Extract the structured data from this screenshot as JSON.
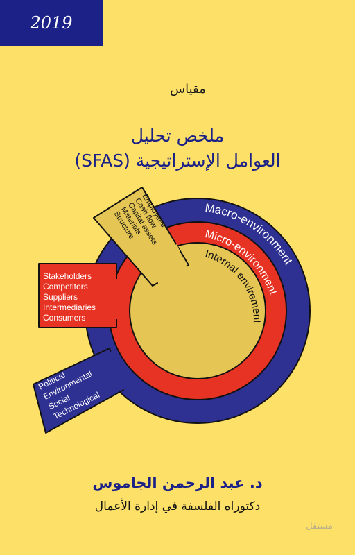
{
  "year": "2019",
  "scale_label": "مقياس",
  "title_line1": "ملخص تحليل",
  "title_line2": "العوامل الإستراتيجية (SFAS)",
  "diagram": {
    "macro_label": "Macro-environment",
    "micro_label": "Micro-environment",
    "internal_label": "Internal envirement",
    "internal_items": [
      "Employees",
      "Cash flow",
      "Capital assets",
      "Materials",
      "Structure"
    ],
    "micro_items": [
      "Stakeholders",
      "Competitors",
      "Suppliers",
      "Intermediaries",
      "Consumers"
    ],
    "macro_items": [
      "Political",
      "Environmental",
      "Social",
      "Technological"
    ],
    "colors": {
      "macro": "#2E3192",
      "micro": "#E63323",
      "internal": "#E5C654",
      "text_light": "#FFFFFF"
    }
  },
  "author": "د. عبد الرحمن الجاموس",
  "degree": "دكتوراه الفلسفة في إدارة الأعمال",
  "watermark": "مستقل"
}
